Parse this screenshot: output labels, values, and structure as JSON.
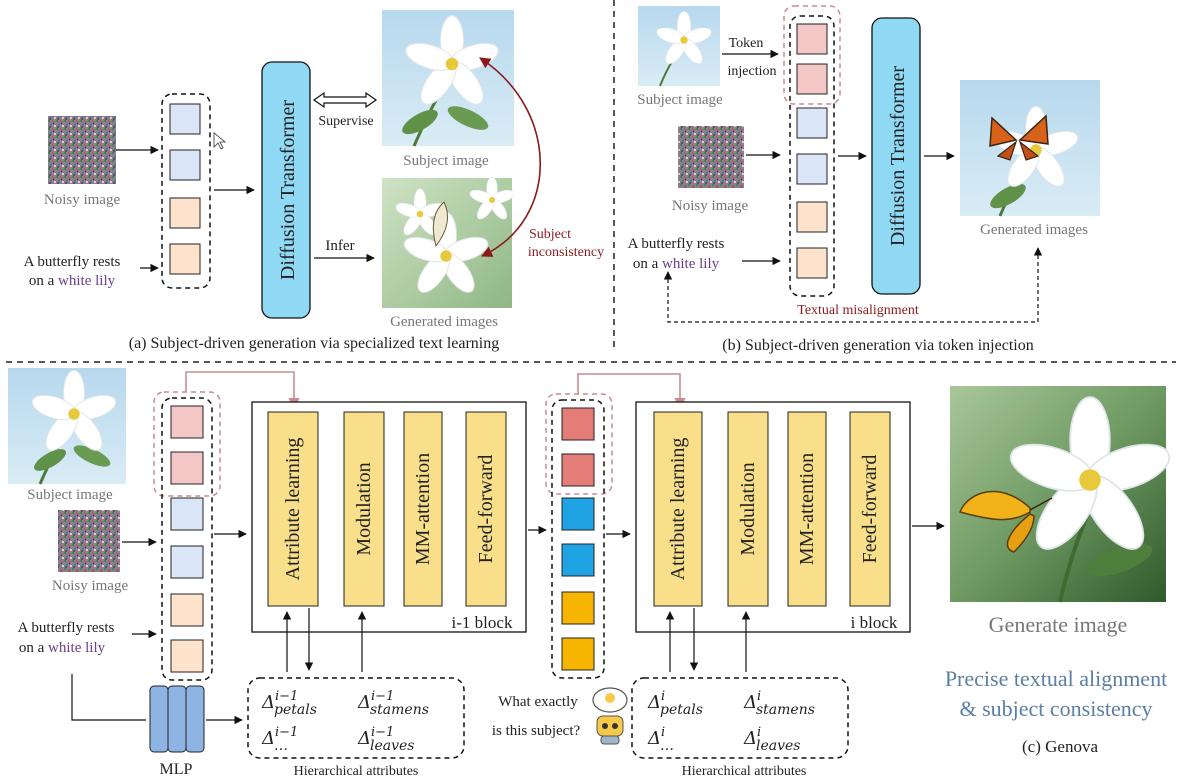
{
  "panel_a": {
    "noisy_label": "Noisy image",
    "prompt_line1": "A butterfly rests",
    "prompt_line2_prefix": "on a",
    "prompt_highlight": "white lily",
    "transformer": "Diffusion Transformer",
    "supervise": "Supervise",
    "infer": "Infer",
    "subject_label": "Subject image",
    "generated_label": "Generated images",
    "inconsistency_line1": "Subject",
    "inconsistency_line2": "inconsistency",
    "caption": "(a) Subject-driven generation via specialized text learning"
  },
  "panel_b": {
    "subject_label": "Subject image",
    "token_line1": "Token",
    "token_line2": "injection",
    "noisy_label": "Noisy image",
    "prompt_line1": "A butterfly rests",
    "prompt_line2_prefix": "on a",
    "prompt_highlight": "white lily",
    "transformer": "Diffusion Transformer",
    "generated_label": "Generated images",
    "misalignment": "Textual misalignment",
    "caption": "(b) Subject-driven generation via token injection"
  },
  "panel_c": {
    "subject_label": "Subject image",
    "noisy_label": "Noisy image",
    "prompt_line1": "A butterfly rests",
    "prompt_line2_prefix": "on a",
    "prompt_highlight": "white lily",
    "mlp": "MLP",
    "block1": {
      "modules": [
        "Attribute learning",
        "Modulation",
        "MM-attention",
        "Feed-forward"
      ],
      "name": "i-1 block",
      "attrs": [
        {
          "sup": "i−1",
          "sub": "petals"
        },
        {
          "sup": "i−1",
          "sub": "stamens"
        },
        {
          "sup": "i−1",
          "sub": "…"
        },
        {
          "sup": "i−1",
          "sub": "leaves"
        }
      ]
    },
    "block2": {
      "modules": [
        "Attribute learning",
        "Modulation",
        "MM-attention",
        "Feed-forward"
      ],
      "name": "i block",
      "attrs": [
        {
          "sup": "i",
          "sub": "petals"
        },
        {
          "sup": "i",
          "sub": "stamens"
        },
        {
          "sup": "i",
          "sub": "…"
        },
        {
          "sup": "i",
          "sub": "leaves"
        }
      ]
    },
    "delta": "Δ",
    "hier_label": "Hierarchical attributes",
    "question_line1": "What exactly",
    "question_line2": "is this subject?",
    "generate_label": "Generate image",
    "highlight_line1": "Precise textual alignment",
    "highlight_line2": "& subject consistency",
    "caption": "(c) Genova"
  },
  "colors": {
    "text_token": "#dae6f7",
    "noise_token": "#fde3cc",
    "subject_token": "#f4c7c7",
    "subject_token_strong": "#e47c78",
    "text_token_strong": "#1fa3e4",
    "noise_token_strong": "#f7b500",
    "transformer": "#8fd9f5",
    "module": "#fadf8a",
    "mlp": "#8db4e2",
    "dark_red": "#8b1a1a",
    "purple": "#6b3f8c",
    "highlight_blue": "#5b7fa3",
    "pink_dash": "#c98a92"
  }
}
